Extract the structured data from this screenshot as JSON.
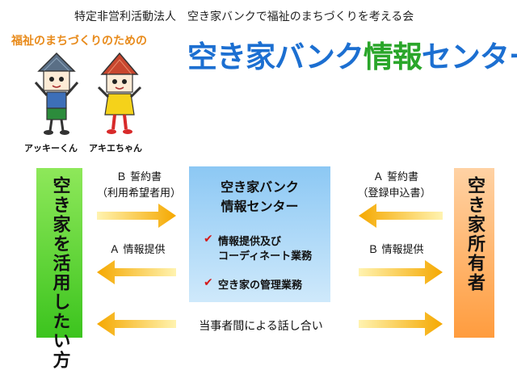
{
  "header": {
    "org_line": "特定非営利活動法人　空き家バンクで福祉のまちづくりを考える会",
    "subtitle": "福祉のまちづくりのための",
    "title_part1": "空き家バンク",
    "title_part2": "情報",
    "title_part3": "センター"
  },
  "mascots": [
    {
      "name": "アッキーくん"
    },
    {
      "name": "アキエちゃん"
    }
  ],
  "left_party": {
    "label": "空き家を活用したい方"
  },
  "right_party": {
    "label": "空き家所有者"
  },
  "center": {
    "title_line1": "空き家バンク",
    "title_line2": "情報センター",
    "services": [
      {
        "line1": "情報提供及び",
        "line2": "コーディネート業務"
      },
      {
        "line1": "空き家の管理業務"
      }
    ]
  },
  "flows": {
    "b_pledge": "Ｂ 誓約書",
    "b_pledge_sub": "（利用希望者用）",
    "a_info": "Ａ 情報提供",
    "a_pledge": "Ａ 誓約書",
    "a_pledge_sub": "（登録申込書）",
    "b_info": "Ｂ 情報提供",
    "discussion": "当事者間による話し合い"
  },
  "colors": {
    "arrow": "#f5a800",
    "left_box": "#3cc41e",
    "right_box": "#ff9c3e",
    "center_box": "#8cc8f4",
    "check": "#d41a1a",
    "title_blue": "#1c6fd1",
    "title_green": "#2aa62a"
  }
}
